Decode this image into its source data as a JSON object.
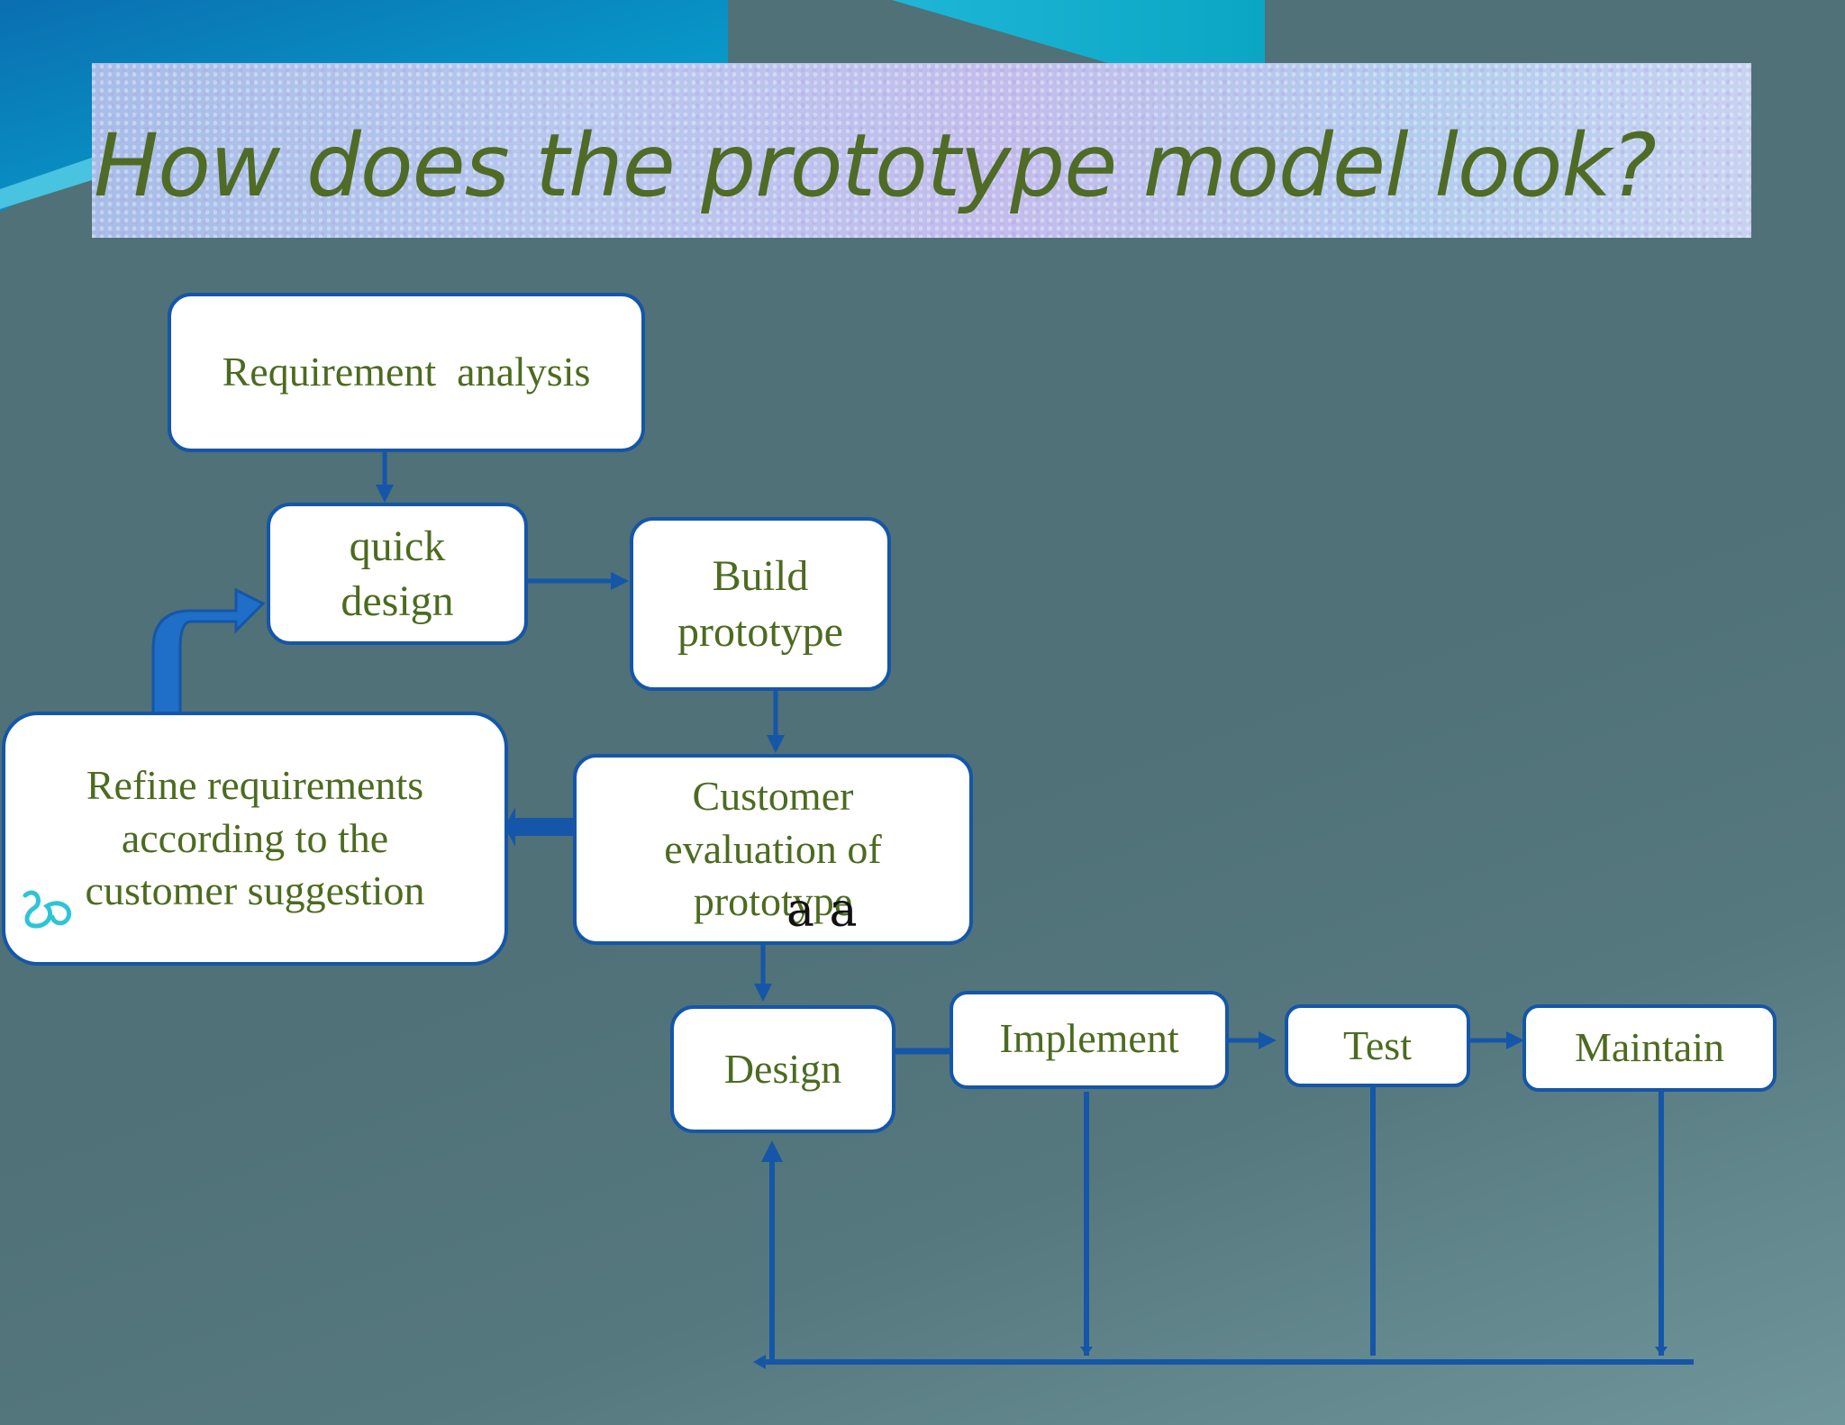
{
  "title": "How does the prototype model look?",
  "boxes": {
    "requirement_analysis": "Requirement  analysis",
    "quick_design": {
      "line1": "quick",
      "line2": "design"
    },
    "build_prototype": {
      "line1": "Build",
      "line2": "prototype"
    },
    "customer_evaluation": {
      "line1": "Customer",
      "line2": "evaluation of",
      "line3": "prototype"
    },
    "refine_requirements": {
      "line1": "Refine requirements",
      "line2": "according to the",
      "line3": "customer suggestion"
    },
    "design": "Design",
    "implement": "Implement",
    "test": "Test",
    "maintain": "Maintain"
  },
  "overlay_glyph": "a a",
  "colors": {
    "box_border": "#1556a8",
    "box_text": "#4c6b20",
    "title_text": "#4f6b26",
    "background": "#4f7177"
  },
  "icons": [
    "bullet-swirl-icon"
  ]
}
